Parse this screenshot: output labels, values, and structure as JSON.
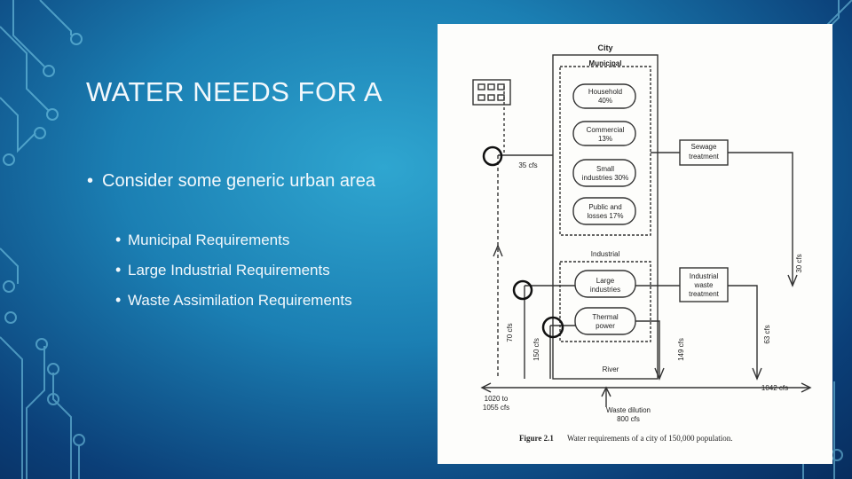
{
  "slide": {
    "title": "WATER NEEDS FOR A",
    "bullet": "Consider some generic urban area",
    "sub_bullets": [
      "Municipal Requirements",
      "Large Industrial Requirements",
      "Waste Assimilation Requirements"
    ]
  },
  "figure": {
    "city": "City",
    "municipal": "Municipal",
    "household": [
      "Household",
      "40%"
    ],
    "commercial": [
      "Commercial",
      "13%"
    ],
    "small_industries": [
      "Small",
      "industries 30%"
    ],
    "public_losses": [
      "Public and",
      "losses 17%"
    ],
    "industrial": "Industrial",
    "large_industries": [
      "Large",
      "industries"
    ],
    "thermal_power": [
      "Thermal",
      "power"
    ],
    "river": "River",
    "sewage_treatment": [
      "Sewage",
      "treatment"
    ],
    "industrial_waste_treatment": [
      "Industrial",
      "waste",
      "treatment"
    ],
    "flow_35": "35 cfs",
    "flow_30": "30 cfs",
    "flow_70": "70 cfs",
    "flow_150": "150 cfs",
    "flow_149": "149 cfs",
    "flow_63": "63 cfs",
    "inflow": [
      "1020 to",
      "1055 cfs"
    ],
    "outflow": "1042 cfs",
    "waste_dilution": [
      "Waste dilution",
      "800 cfs"
    ],
    "caption_label": "Figure 2.1",
    "caption_text": "Water requirements of a city of 150,000 population."
  },
  "colors": {
    "highlight_circle": "#111111",
    "background_light": "#2fa6d0",
    "background_dark": "#082d5e"
  }
}
